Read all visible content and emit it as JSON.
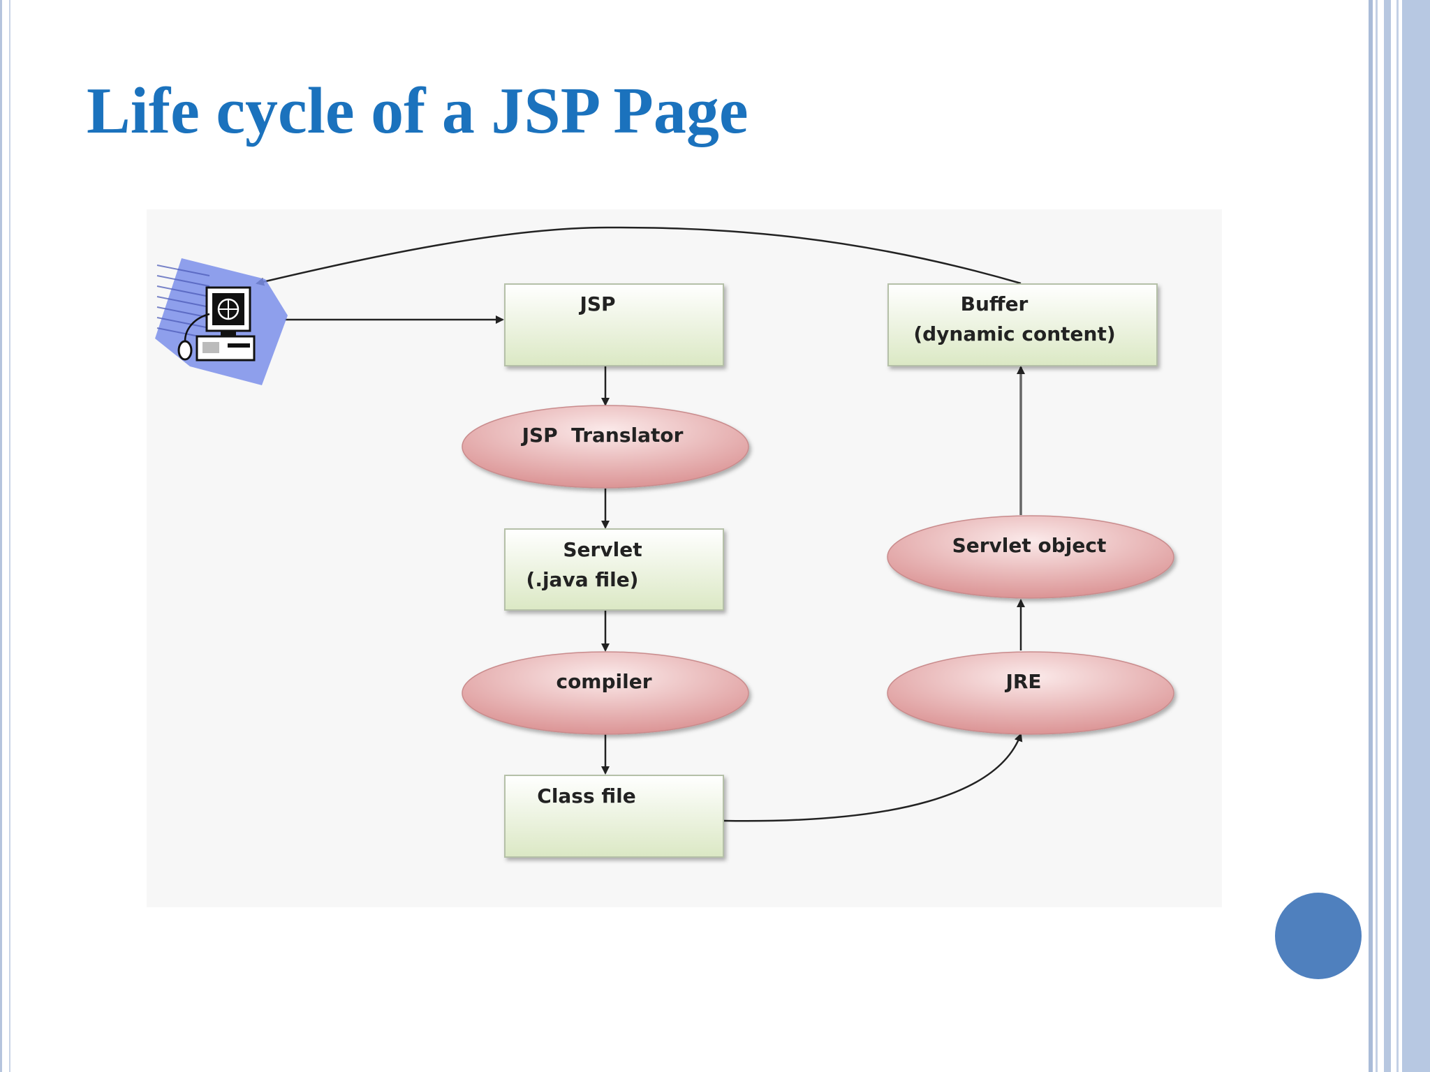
{
  "slide": {
    "title": "Life cycle of a JSP Page"
  },
  "diagram": {
    "nodes": {
      "client": {
        "icon": "computer-client-icon"
      },
      "jsp": {
        "shape": "rectangle",
        "line1": "JSP"
      },
      "jsp_translator": {
        "shape": "ellipse",
        "line1": "JSP  Translator"
      },
      "servlet": {
        "shape": "rectangle",
        "line1": "Servlet",
        "line2": "(.java file)"
      },
      "compiler": {
        "shape": "ellipse",
        "line1": "compiler"
      },
      "class_file": {
        "shape": "rectangle",
        "line1": "Class file"
      },
      "jre": {
        "shape": "ellipse",
        "line1": "JRE"
      },
      "servlet_object": {
        "shape": "ellipse",
        "line1": "Servlet object"
      },
      "buffer": {
        "shape": "rectangle",
        "line1": "Buffer",
        "line2": "(dynamic content)"
      }
    },
    "edges": [
      {
        "from": "client",
        "to": "jsp"
      },
      {
        "from": "jsp",
        "to": "jsp_translator"
      },
      {
        "from": "jsp_translator",
        "to": "servlet"
      },
      {
        "from": "servlet",
        "to": "compiler"
      },
      {
        "from": "compiler",
        "to": "class_file"
      },
      {
        "from": "class_file",
        "to": "jre"
      },
      {
        "from": "jre",
        "to": "servlet_object"
      },
      {
        "from": "servlet_object",
        "to": "buffer"
      },
      {
        "from": "buffer",
        "to": "client"
      }
    ],
    "colors": {
      "title": "#1b72bd",
      "rect_fill_top": "#ffffff",
      "rect_fill_bottom": "#dbe8c4",
      "rect_stroke": "#b5c0a8",
      "ellipse_fill_light": "#fbeaea",
      "ellipse_fill_dark": "#d98e8f",
      "ellipse_stroke": "#c98b8c",
      "arrow": "#222222",
      "accent_circle": "#4f80be"
    }
  }
}
